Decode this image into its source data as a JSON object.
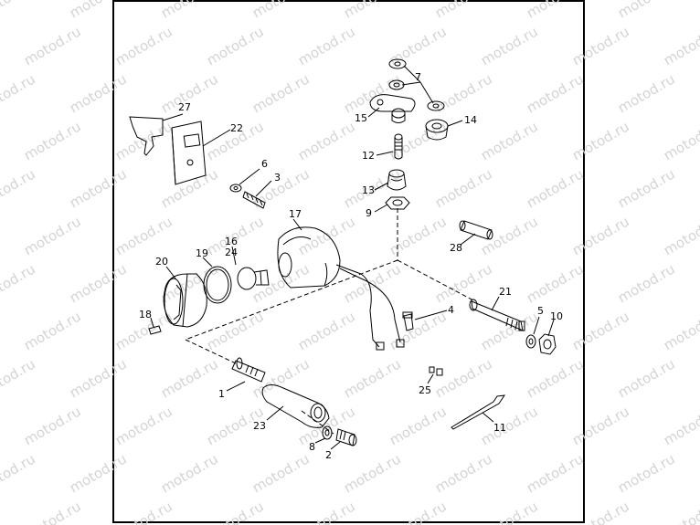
{
  "watermark": "motod.ru",
  "colors": {
    "line": "#000000",
    "watermark": "#d4d4d4",
    "background": "#ffffff"
  },
  "labels": {
    "n1": "1",
    "n2": "2",
    "n3": "3",
    "n4": "4",
    "n5": "5",
    "n6": "6",
    "n7": "7",
    "n8": "8",
    "n9": "9",
    "n10": "10",
    "n11": "11",
    "n12": "12",
    "n13": "13",
    "n14": "14",
    "n15": "15",
    "n16": "16",
    "n17": "17",
    "n18": "18",
    "n19": "19",
    "n20": "20",
    "n21": "21",
    "n22": "22",
    "n23": "23",
    "n24": "24",
    "n25": "25",
    "n27": "27",
    "n28": "28"
  }
}
